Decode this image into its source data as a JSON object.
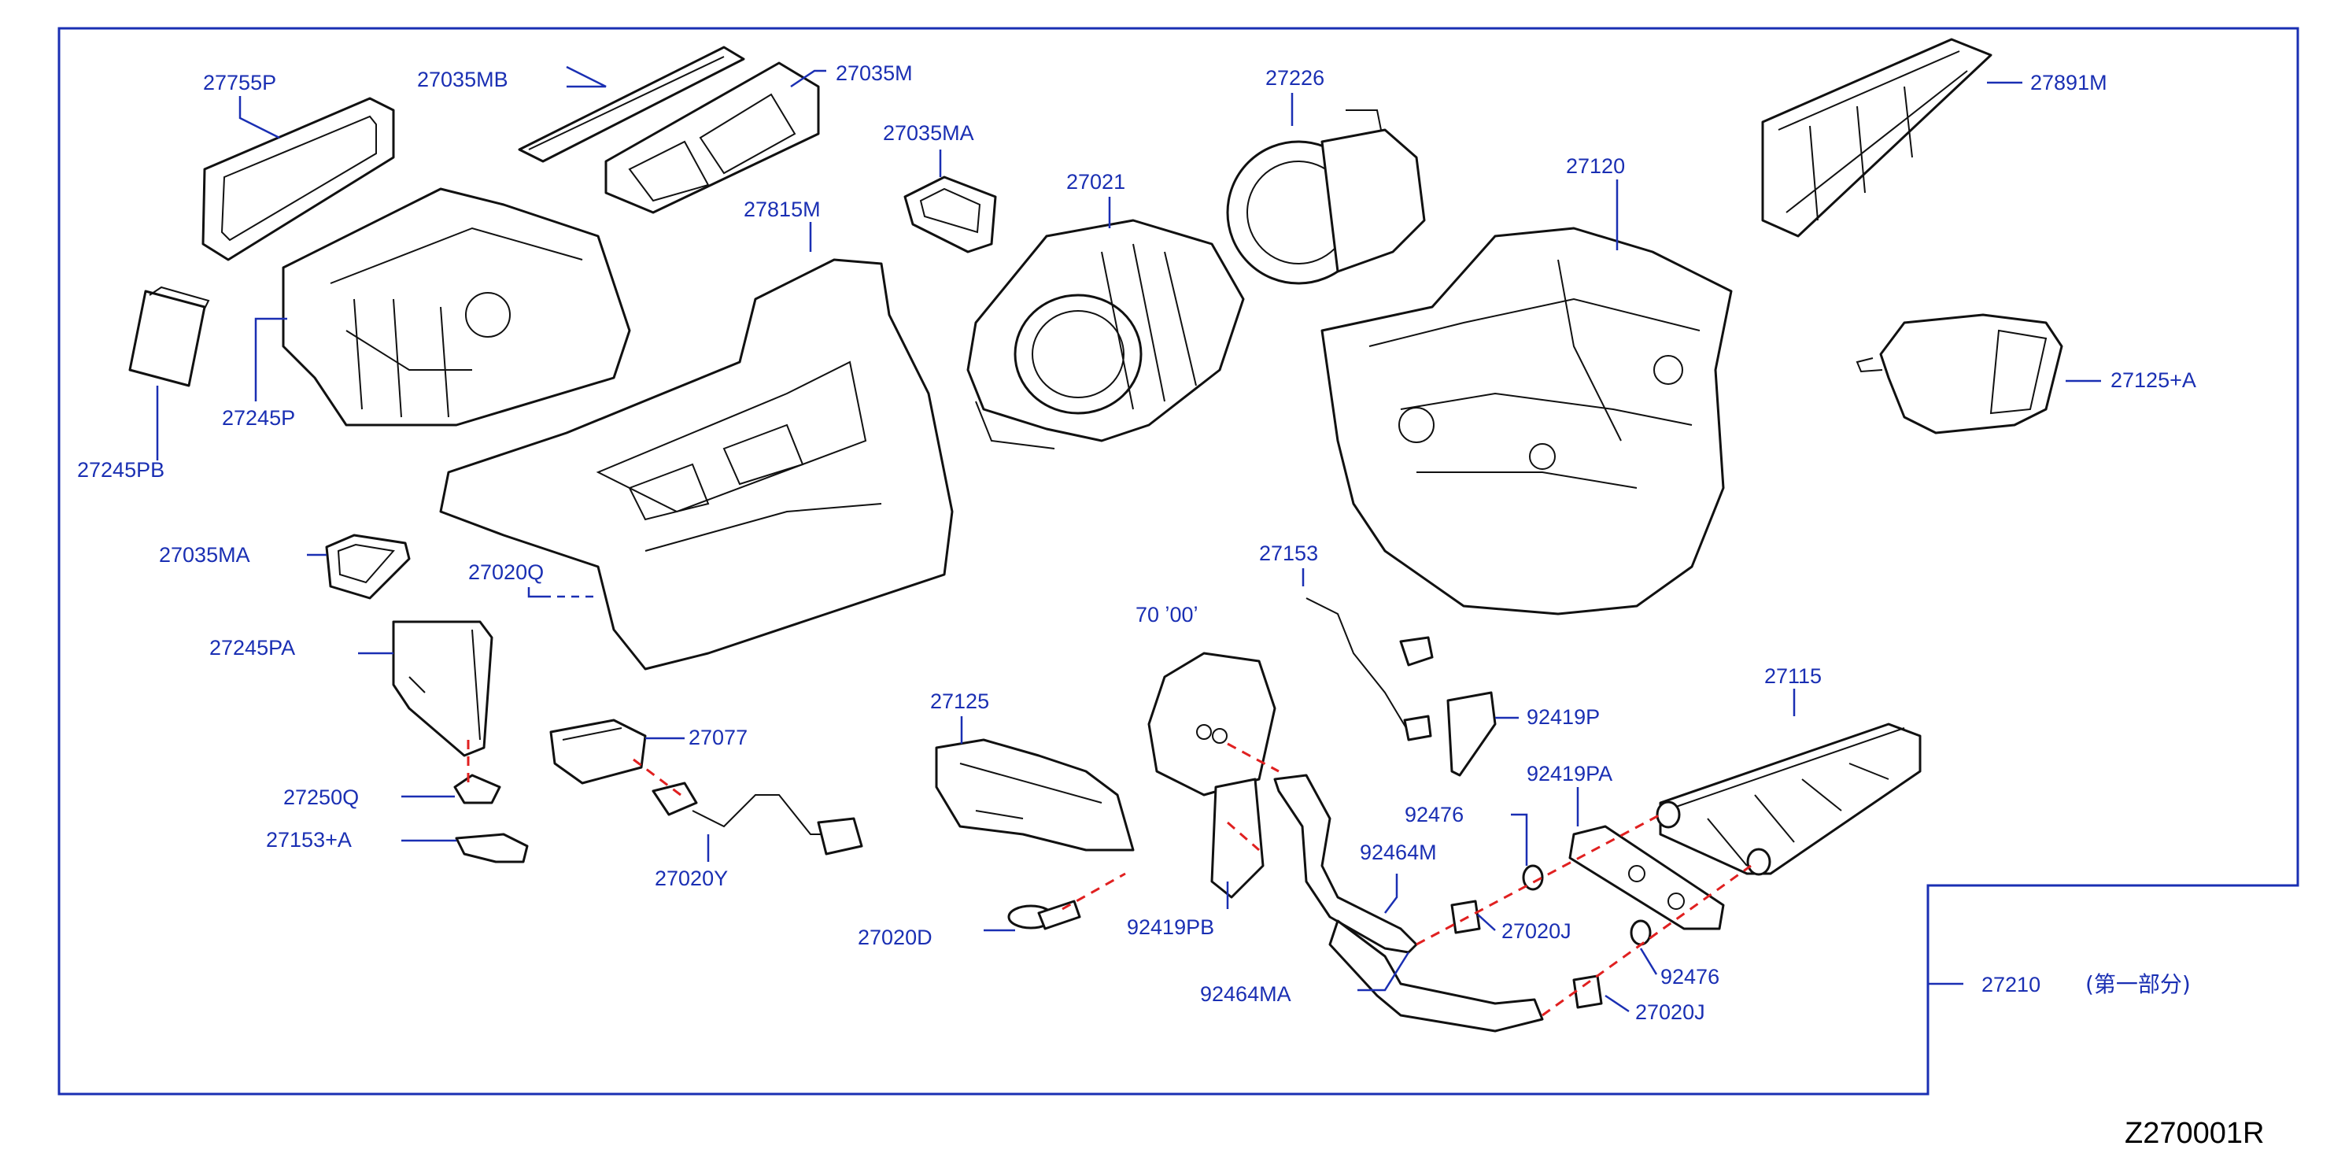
{
  "diagram_code": "Z270001R",
  "note": "(第一部分)",
  "parts": {
    "p27755P": "27755P",
    "p27035MB": "27035MB",
    "p27035M": "27035M",
    "p27035MA_top": "27035MA",
    "p27226": "27226",
    "p27891M": "27891M",
    "p27021": "27021",
    "p27815M": "27815M",
    "p27120": "27120",
    "p27245P": "27245P",
    "p27245PB": "27245PB",
    "p27125A": "27125+A",
    "p27035MA_left": "27035MA",
    "p27020Q": "27020Q",
    "p27153": "27153",
    "p70cut": "70 ʼ00ʼ",
    "p27245PA": "27245PA",
    "p27077": "27077",
    "p27125": "27125",
    "p92419P": "92419P",
    "p27115": "27115",
    "p27250Q": "27250Q",
    "p92419PA": "92419PA",
    "p92476_a": "92476",
    "p27153A": "27153+A",
    "p27020Y": "27020Y",
    "p92464M": "92464M",
    "p27020J_a": "27020J",
    "p27020D": "27020D",
    "p92419PB": "92419PB",
    "p92476_b": "92476",
    "p27210": "27210",
    "p92464MA": "92464MA",
    "p27020J_b": "27020J"
  }
}
